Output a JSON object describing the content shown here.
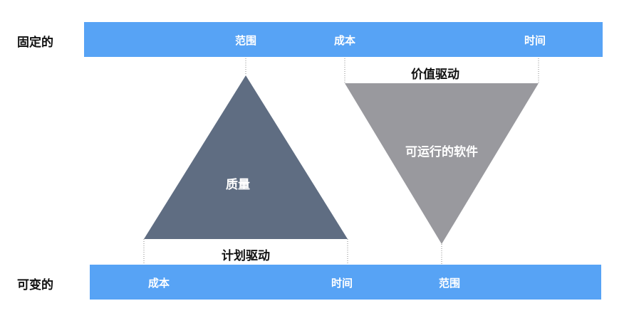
{
  "rows": {
    "fixed_label": "固定的",
    "variable_label": "可变的"
  },
  "top_bar": {
    "scope": "范围",
    "cost": "成本",
    "time": "时间"
  },
  "bottom_bar": {
    "cost": "成本",
    "time": "时间",
    "scope": "范围"
  },
  "triangles": {
    "plan_driven": {
      "center_label": "质量",
      "driver_label": "计划驱动",
      "color": "#5f6d82"
    },
    "value_driven": {
      "center_label": "可运行的软件",
      "driver_label": "价值驱动",
      "color": "#99999e"
    }
  },
  "colors": {
    "bar": "#57a3f5",
    "guide_line": "#888888"
  }
}
